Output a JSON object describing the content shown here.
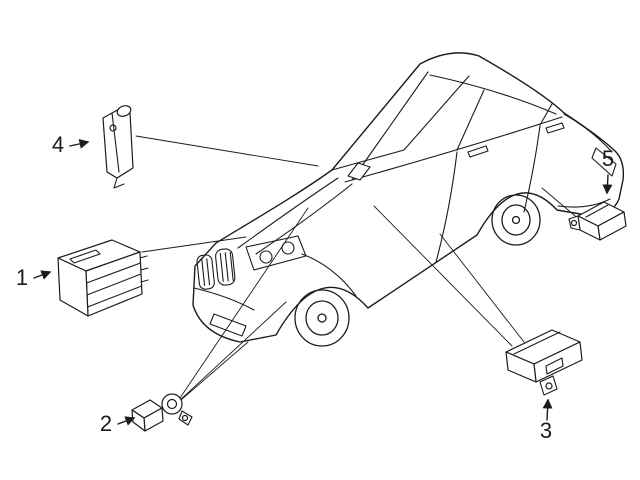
{
  "diagram": {
    "background_color": "#ffffff",
    "line_color": "#1c1c1c",
    "callouts": [
      {
        "label": "1"
      },
      {
        "label": "2"
      },
      {
        "label": "3"
      },
      {
        "label": "4"
      },
      {
        "label": "5"
      }
    ]
  }
}
